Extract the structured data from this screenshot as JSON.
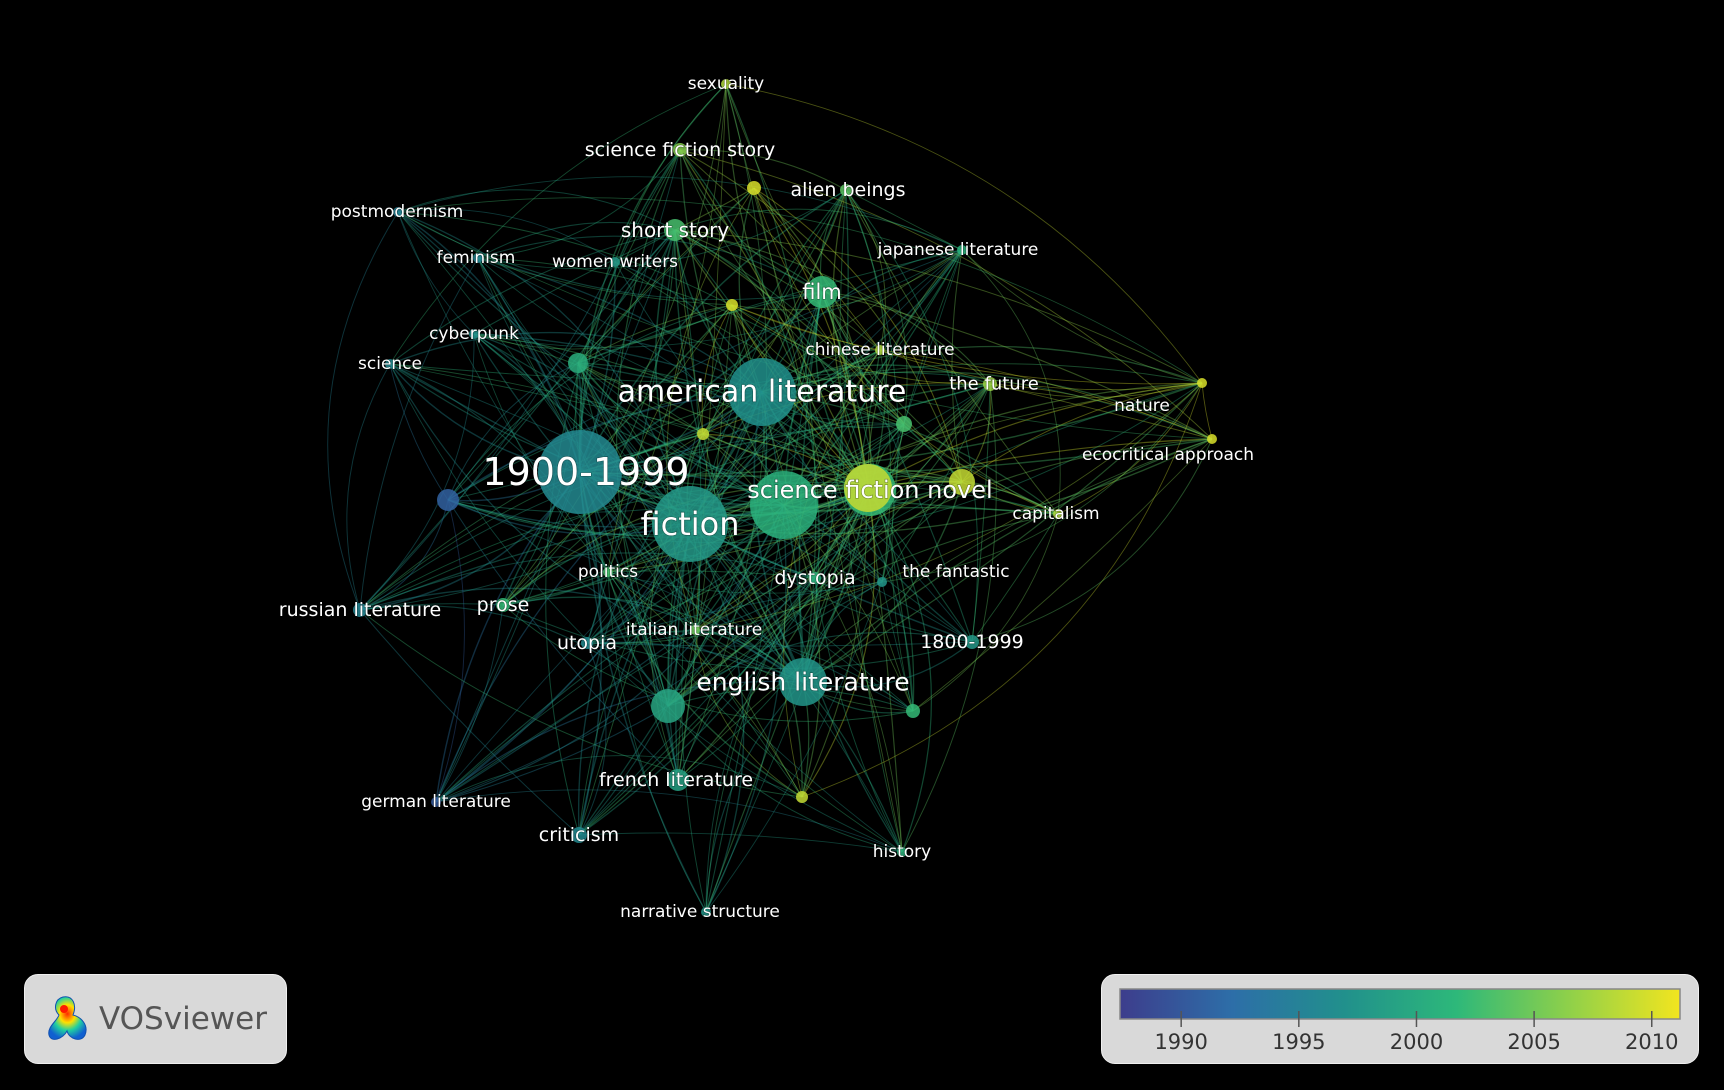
{
  "app": {
    "name": "VOSviewer"
  },
  "legend": {
    "ticks": [
      "1990",
      "1995",
      "2000",
      "2005",
      "2010"
    ],
    "range": [
      1987.4,
      2011.2
    ],
    "colors": [
      "#3d3d8c",
      "#2d6ea8",
      "#21908c",
      "#2db87a",
      "#8ed04a",
      "#f2e51f"
    ]
  },
  "nodes": [
    {
      "id": "n1900",
      "label": "1900-1999",
      "year": 1996.0,
      "weight": 10
    },
    {
      "id": "fiction",
      "label": "fiction",
      "year": 1998.0,
      "weight": 9
    },
    {
      "id": "amlit",
      "label": "american literature",
      "year": 1997.0,
      "weight": 8
    },
    {
      "id": "sfnovel",
      "label": "science fiction novel",
      "year": 2002.0,
      "weight": 7
    },
    {
      "id": "englit",
      "label": "english literature",
      "year": 1997.5,
      "weight": 7
    },
    {
      "id": "n_green1",
      "label": "",
      "year": 2001.0,
      "weight": 7
    },
    {
      "id": "n_yellow1",
      "label": "",
      "year": 2009.0,
      "weight": 6
    },
    {
      "id": "film",
      "label": "film",
      "year": 2002.0,
      "weight": 5
    },
    {
      "id": "shortstory",
      "label": "short story",
      "year": 2003.0,
      "weight": 4
    },
    {
      "id": "sfstory",
      "label": "science fiction story",
      "year": 2006.0,
      "weight": 3
    },
    {
      "id": "sexuality",
      "label": "sexuality",
      "year": 2008.0,
      "weight": 2
    },
    {
      "id": "alien",
      "label": "alien beings",
      "year": 2004.0,
      "weight": 3
    },
    {
      "id": "n_y2",
      "label": "",
      "year": 2010.0,
      "weight": 2
    },
    {
      "id": "japlit",
      "label": "japanese literature",
      "year": 2001.0,
      "weight": 2
    },
    {
      "id": "chinlit",
      "label": "chinese literature",
      "year": 2008.0,
      "weight": 2
    },
    {
      "id": "future",
      "label": "the future",
      "year": 2007.0,
      "weight": 3
    },
    {
      "id": "nature",
      "label": "nature",
      "year": 2010.0,
      "weight": 2
    },
    {
      "id": "eco",
      "label": "ecocritical approach",
      "year": 2010.0,
      "weight": 2
    },
    {
      "id": "capitalism",
      "label": "capitalism",
      "year": 2008.0,
      "weight": 2
    },
    {
      "id": "n_y3",
      "label": "",
      "year": 2009.0,
      "weight": 4
    },
    {
      "id": "n_y4",
      "label": "",
      "year": 2010.0,
      "weight": 2
    },
    {
      "id": "n_y5",
      "label": "",
      "year": 2009.0,
      "weight": 2
    },
    {
      "id": "n_g2",
      "label": "",
      "year": 2003.0,
      "weight": 2
    },
    {
      "id": "postmod",
      "label": "postmodernism",
      "year": 1995.0,
      "weight": 2
    },
    {
      "id": "feminism",
      "label": "feminism",
      "year": 1995.5,
      "weight": 2
    },
    {
      "id": "women",
      "label": "women writers",
      "year": 1998.0,
      "weight": 2
    },
    {
      "id": "cyberpunk",
      "label": "cyberpunk",
      "year": 1997.0,
      "weight": 2
    },
    {
      "id": "science",
      "label": "science",
      "year": 1996.0,
      "weight": 2
    },
    {
      "id": "n_g3",
      "label": "",
      "year": 2000.5,
      "weight": 3
    },
    {
      "id": "n_blue",
      "label": "",
      "year": 1991.0,
      "weight": 3
    },
    {
      "id": "russian",
      "label": "russian literature",
      "year": 1995.5,
      "weight": 3
    },
    {
      "id": "prose",
      "label": "prose",
      "year": 2002.0,
      "weight": 3
    },
    {
      "id": "politics",
      "label": "politics",
      "year": 2003.0,
      "weight": 2
    },
    {
      "id": "utopia",
      "label": "utopia",
      "year": 1996.0,
      "weight": 3
    },
    {
      "id": "italian",
      "label": "italian literature",
      "year": 2005.0,
      "weight": 2
    },
    {
      "id": "dystopia",
      "label": "dystopia",
      "year": 2001.0,
      "weight": 3
    },
    {
      "id": "fantastic",
      "label": "the fantastic",
      "year": 1997.5,
      "weight": 2
    },
    {
      "id": "n1800",
      "label": "1800-1999",
      "year": 1998.0,
      "weight": 3
    },
    {
      "id": "n_teal",
      "label": "",
      "year": 1999.5,
      "weight": 5
    },
    {
      "id": "n_g4",
      "label": "",
      "year": 2002.0,
      "weight": 2
    },
    {
      "id": "french",
      "label": "french literature",
      "year": 1999.0,
      "weight": 3
    },
    {
      "id": "n_y6",
      "label": "",
      "year": 2009.0,
      "weight": 2
    },
    {
      "id": "german",
      "label": "german literature",
      "year": 1990.0,
      "weight": 2
    },
    {
      "id": "criticism",
      "label": "criticism",
      "year": 1996.0,
      "weight": 3
    },
    {
      "id": "history",
      "label": "history",
      "year": 2001.0,
      "weight": 2
    },
    {
      "id": "narrative",
      "label": "narrative structure",
      "year": 1997.5,
      "weight": 2
    }
  ]
}
